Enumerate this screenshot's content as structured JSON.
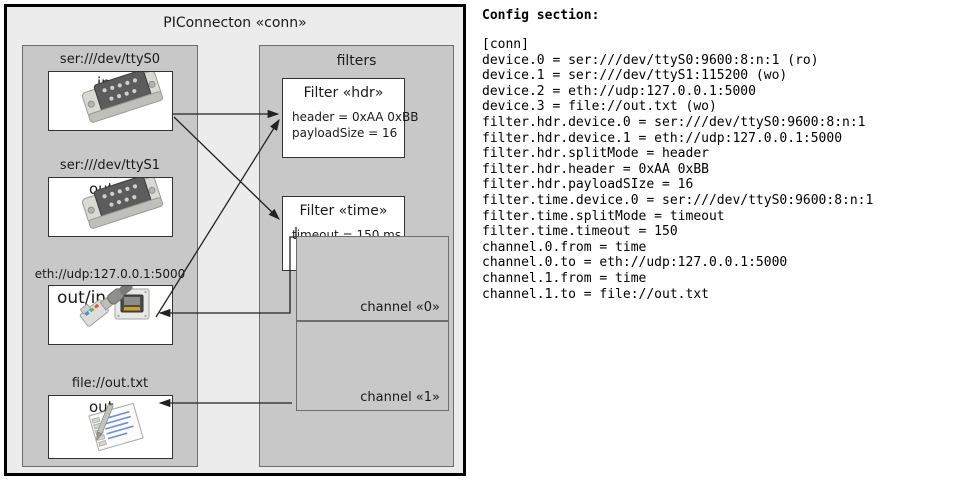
{
  "diagram": {
    "frame_title": "PIConnecton «conn»",
    "devices_panel": {
      "devices": [
        {
          "label": "ser:///dev/ttyS0",
          "io": "in",
          "icon": "serial-port-icon"
        },
        {
          "label": "ser:///dev/ttyS1",
          "io": "out",
          "icon": "serial-port-icon"
        },
        {
          "label": "eth://udp:127.0.0.1:5000",
          "io": "out/in",
          "icon": "ethernet-jack-icon"
        },
        {
          "label": "file://out.txt",
          "io": "out",
          "icon": "text-file-icon"
        }
      ]
    },
    "filters_panel": {
      "title": "filters",
      "filters": [
        {
          "title": "Filter «hdr»",
          "attrs": [
            "header = 0xAA 0xBB",
            "payloadSize = 16"
          ]
        },
        {
          "title": "Filter «time»",
          "attrs": [
            "timeout = 150 ms"
          ]
        }
      ],
      "channels": [
        {
          "label": "channel «0»"
        },
        {
          "label": "channel «1»"
        }
      ]
    },
    "colors": {
      "frame_bg": "#ececec",
      "panel_bg": "#c8c8c8",
      "card_bg": "#ffffff",
      "border": "#333333",
      "frame_border": "#000000"
    }
  },
  "config": {
    "heading": "Config section:",
    "lines": [
      "[conn]",
      "device.0 = ser:///dev/ttyS0:9600:8:n:1 (ro)",
      "device.1 = ser:///dev/ttyS1:115200 (wo)",
      "device.2 = eth://udp:127.0.0.1:5000",
      "device.3 = file://out.txt (wo)",
      "filter.hdr.device.0 = ser:///dev/ttyS0:9600:8:n:1",
      "filter.hdr.device.1 = eth://udp:127.0.0.1:5000",
      "filter.hdr.splitMode = header",
      "filter.hdr.header = 0xAA 0xBB",
      "filter.hdr.payloadSIze = 16",
      "filter.time.device.0 = ser:///dev/ttyS0:9600:8:n:1",
      "filter.time.splitMode = timeout",
      "filter.time.timeout = 150",
      "channel.0.from = time",
      "channel.0.to = eth://udp:127.0.0.1:5000",
      "channel.1.from = time",
      "channel.1.to = file://out.txt"
    ]
  }
}
